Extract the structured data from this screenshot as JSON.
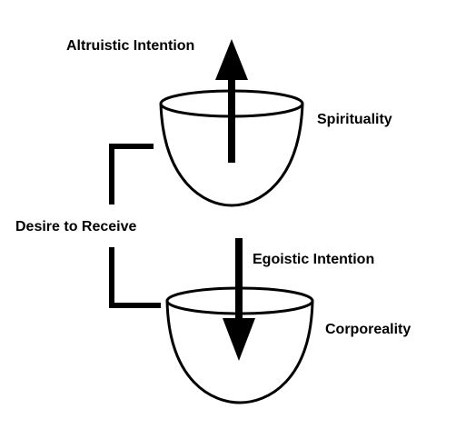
{
  "labels": {
    "altruistic": "Altruistic Intention",
    "spirituality": "Spirituality",
    "desire": "Desire to Receive",
    "egoistic": "Egoistic Intention",
    "corporeality": "Corporeality"
  },
  "colors": {
    "ink": "#000000",
    "background": "#ffffff"
  }
}
